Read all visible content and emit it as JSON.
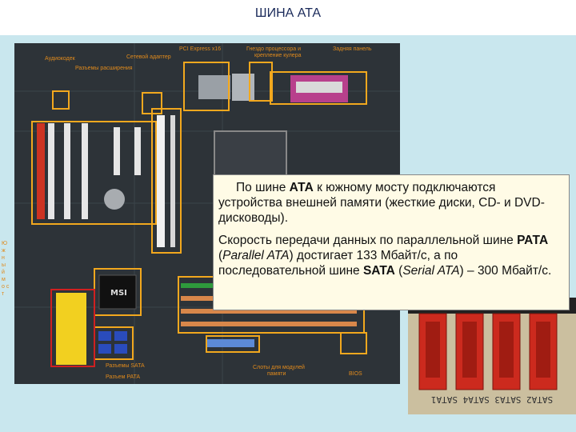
{
  "title": "ШИНА АТА",
  "labels": {
    "audio_codec": "Аудиокодек",
    "network_adapter": "Сетевой адаптер",
    "pci_express": "PCI Express x16",
    "cpu_socket_1": "Гнездо процессора и",
    "cpu_socket_2": "крепление кулера",
    "rear_panel": "Задняя панель",
    "expansion_slots": "Разъемы расширения",
    "sata_connectors": "Разъемы SATA",
    "pata_connector": "Разъем PATA",
    "memory_slots_1": "Слоты для модулей",
    "memory_slots_2": "памяти",
    "bios": "BIOS",
    "side_label": "Ю ж н ы й м о с т",
    "chip_brand": "MSI"
  },
  "textbox": {
    "p1_a": "По шине ",
    "p1_b": "АТА",
    "p1_c": " к южному мосту подключаются устройства внешней памяти (жесткие диски, CD- и DVD-дисководы).",
    "p2_a": "Скорость передачи данных по параллельной шине ",
    "p2_b": "РАТА",
    "p2_c": " (",
    "p2_d": "Parallel ATA",
    "p2_e": ") достигает 133 Мбайт/с, а по последовательной шине ",
    "p2_f": "SATA",
    "p2_g": " (",
    "p2_h": "Serial ATA",
    "p2_i": ") – 300 Мбайт/с."
  },
  "photo": {
    "silkscreen": "SATA2 SATA3 SATA4 SATA1"
  },
  "colors": {
    "highlight": "#f2a81e",
    "slide_bg": "#c9e7ee",
    "title": "#1a2a5a",
    "callout_bg": "#fffbe6"
  }
}
